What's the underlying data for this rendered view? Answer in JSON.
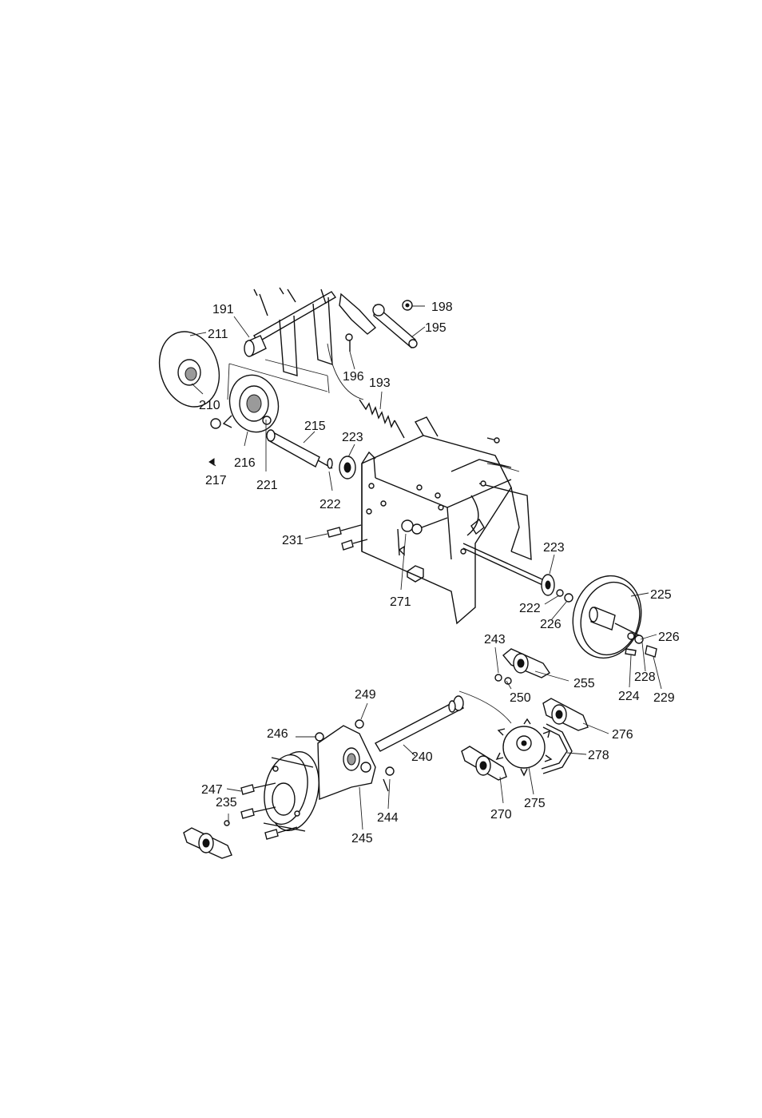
{
  "part_labels": [
    "191",
    "211",
    "210",
    "216",
    "217",
    "221",
    "215",
    "222",
    "223",
    "198",
    "195",
    "196",
    "193",
    "231",
    "271",
    "223",
    "222",
    "226",
    "225",
    "226",
    "228",
    "224",
    "229",
    "243",
    "250",
    "255",
    "249",
    "246",
    "240",
    "276",
    "278",
    "247",
    "235",
    "244",
    "245",
    "270",
    "275"
  ]
}
